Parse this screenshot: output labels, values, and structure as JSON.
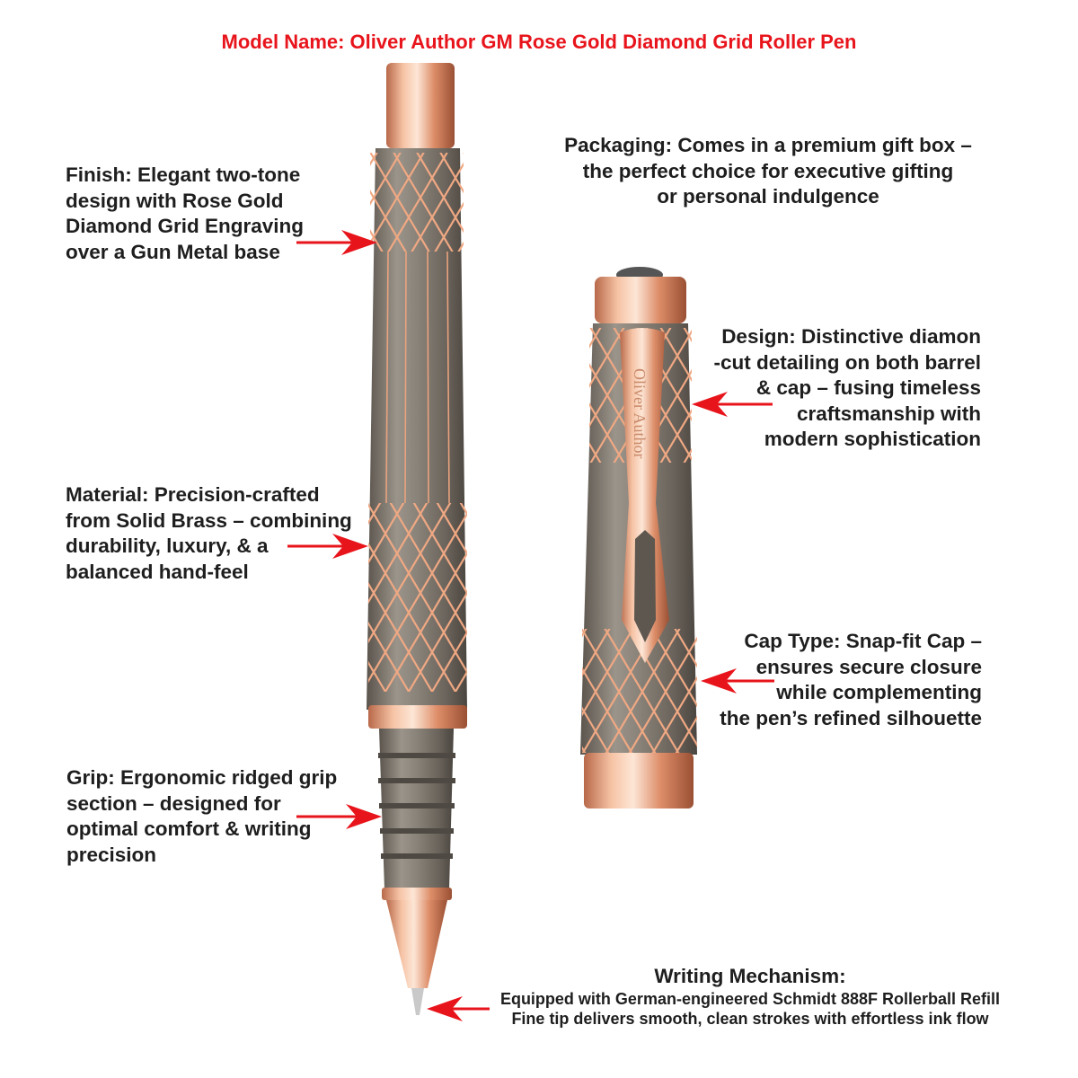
{
  "title": "Model Name: Oliver Author GM Rose Gold Diamond Grid Roller Pen",
  "engraving_logo": "Oliver Author",
  "colors": {
    "accent_red": "#e8141b",
    "rose_gold": "#e9a27e",
    "gun_metal": "#7a7268"
  },
  "callouts": {
    "finish": [
      "Finish: Elegant two-tone",
      "design with Rose Gold",
      "Diamond Grid Engraving",
      "over a Gun Metal base"
    ],
    "material": [
      "Material: Precision-crafted",
      "from Solid Brass – combining",
      "durability, luxury, & a",
      "balanced hand-feel"
    ],
    "grip": [
      "Grip: Ergonomic ridged grip",
      "section – designed for",
      "optimal comfort & writing",
      "precision"
    ],
    "packaging": [
      "Packaging: Comes in a premium gift box –",
      "the perfect choice for executive gifting",
      "or personal indulgence"
    ],
    "design": [
      "Design: Distinctive diamon",
      "-cut detailing on both barrel",
      "& cap – fusing timeless",
      "craftsmanship with",
      "modern sophistication"
    ],
    "cap_type": [
      "Cap Type: Snap-fit Cap –",
      "ensures secure closure",
      "while complementing",
      "the pen’s refined silhouette"
    ],
    "writing": {
      "heading": "Writing Mechanism:",
      "lines": [
        "Equipped with German-engineered Schmidt 888F Rollerball Refill",
        "Fine tip delivers smooth, clean strokes with effortless ink flow"
      ]
    }
  }
}
